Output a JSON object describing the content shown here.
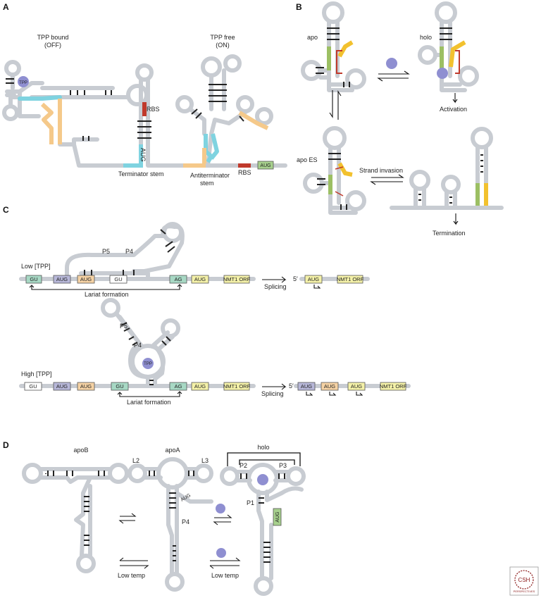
{
  "panels": {
    "a": "A",
    "b": "B",
    "c": "C",
    "d": "D"
  },
  "colors": {
    "backbone": "#c8ccd2",
    "cyan": "#7fd3e0",
    "orange": "#f5c98a",
    "red": "#c0392b",
    "yellow": "#f2c12e",
    "green": "#9cbf63",
    "ligand": "#8f8fd1",
    "aug_box": "#b7b7d8",
    "aug_orange": "#f5d2a4",
    "aug_yellow": "#f4f1a8",
    "gu_green": "#a7d8c4",
    "aug_green": "#a7d08d"
  },
  "panel_a": {
    "bound_title_1": "TPP bound",
    "bound_title_2": "(OFF)",
    "free_title_1": "TPP free",
    "free_title_2": "(ON)",
    "tpp": "TPP",
    "rbs_1": "RBS",
    "aug_rot": "AUG",
    "terminator": "Terminator stem",
    "antiterminator_1": "Antiterminator",
    "antiterminator_2": "stem",
    "rbs_2": "RBS",
    "aug_box": "AUG"
  },
  "panel_b": {
    "apo": "apo",
    "holo": "holo",
    "activation": "Activation",
    "apo_es": "apo ES",
    "strand_invasion": "Strand invasion",
    "termination": "Termination"
  },
  "panel_c": {
    "low": "Low [TPP]",
    "high": "High [TPP]",
    "p5": "P5",
    "p4": "P4",
    "gu": "GU",
    "aug": "AUG",
    "ag": "AG",
    "nmt1": "NMT1 ORF",
    "lariat": "Lariat formation",
    "splicing": "Splicing",
    "five_prime": "5′",
    "tpp": "TPP"
  },
  "panel_d": {
    "apob": "apoB",
    "apoa": "apoA",
    "holo": "holo",
    "l2": "L2",
    "l3": "L3",
    "p2": "P2",
    "p3": "P3",
    "p1": "P1",
    "p4": "P4",
    "aug": "AUG",
    "low_temp_1": "Low temp",
    "low_temp_2": "Low temp"
  },
  "logo": {
    "line1": "CSH",
    "line2": "PERSPECTIVES"
  }
}
